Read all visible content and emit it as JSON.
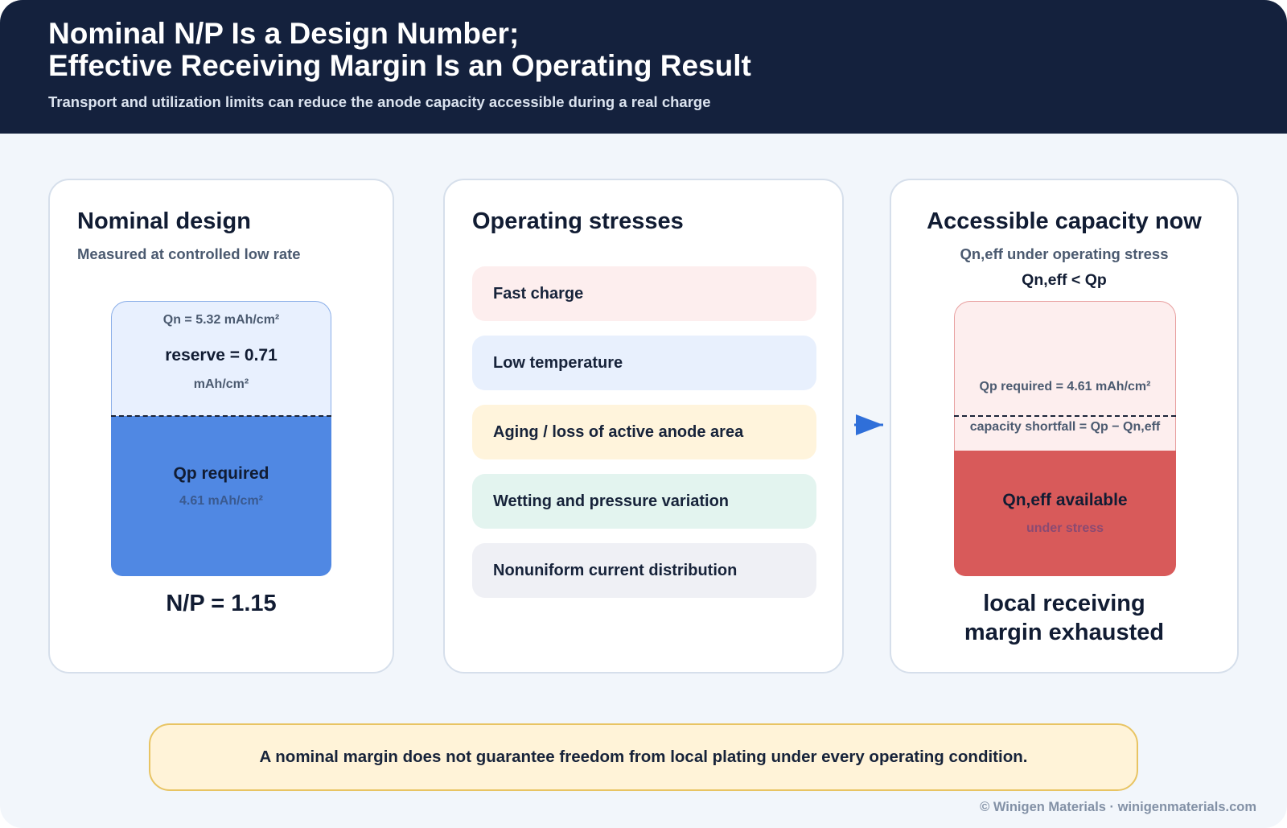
{
  "header": {
    "title_line1": "Nominal N/P Is a Design Number;",
    "title_line2": "Effective Receiving Margin Is an Operating Result",
    "subtitle": "Transport and utilization limits can reduce the anode capacity accessible during a real charge"
  },
  "nominal": {
    "title": "Nominal design",
    "subtitle": "Measured at controlled low rate",
    "qn_label": "Qn = 5.32 mAh/cm²",
    "reserve_label": "reserve = 0.71",
    "reserve_unit": "mAh/cm²",
    "qp_label": "Qp required",
    "qp_value": "4.61 mAh/cm²",
    "np_ratio": "N/P = 1.15",
    "qn_total": 5.32,
    "qp_required": 4.61,
    "colors": {
      "reserve": "#e8f0fe",
      "required": "#5088e3",
      "border": "#8aaee8"
    }
  },
  "stresses": {
    "title": "Operating stresses",
    "items": [
      {
        "label": "Fast charge",
        "color": "#fdeeee"
      },
      {
        "label": "Low temperature",
        "color": "#e8f0fd"
      },
      {
        "label": "Aging / loss of active anode area",
        "color": "#fff4dc"
      },
      {
        "label": "Wetting and pressure variation",
        "color": "#e3f4ef"
      },
      {
        "label": "Nonuniform current distribution",
        "color": "#eff0f5"
      }
    ]
  },
  "accessible": {
    "title": "Accessible capacity now",
    "subtitle": "Qn,eff under operating stress",
    "relation": "Qn,eff < Qp",
    "qp_label": "Qp required = 4.61 mAh/cm²",
    "shortfall_label": "capacity shortfall = Qp − Qn,eff",
    "available_label": "Qn,eff available",
    "available_sub": "under stress",
    "conclusion_line1": "local receiving",
    "conclusion_line2": "margin exhausted",
    "colors": {
      "shortfall": "#fdeeee",
      "available": "#d85a5a",
      "border": "#e8a0a0"
    }
  },
  "arrow_color": "#2f6fd9",
  "footer": {
    "note": "A nominal margin does not guarantee freedom from local plating under every operating condition.",
    "credit": "© Winigen Materials · winigenmaterials.com"
  }
}
